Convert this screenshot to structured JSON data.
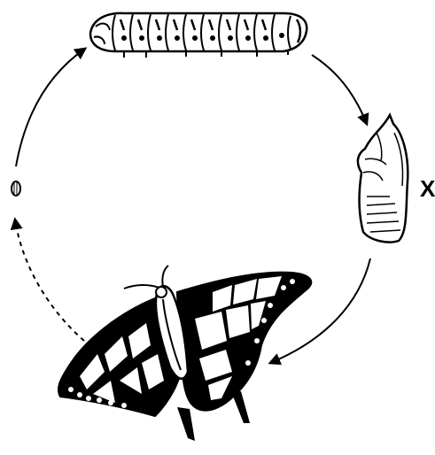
{
  "diagram": {
    "stages": [
      {
        "id": "egg"
      },
      {
        "id": "larva"
      },
      {
        "id": "pupa",
        "label": "X"
      },
      {
        "id": "adult"
      }
    ],
    "arrows": [
      {
        "from": "egg",
        "to": "larva",
        "style": "solid"
      },
      {
        "from": "larva",
        "to": "pupa",
        "style": "solid"
      },
      {
        "from": "pupa",
        "to": "adult",
        "style": "solid"
      },
      {
        "from": "adult",
        "to": "egg",
        "style": "dashed"
      }
    ]
  }
}
